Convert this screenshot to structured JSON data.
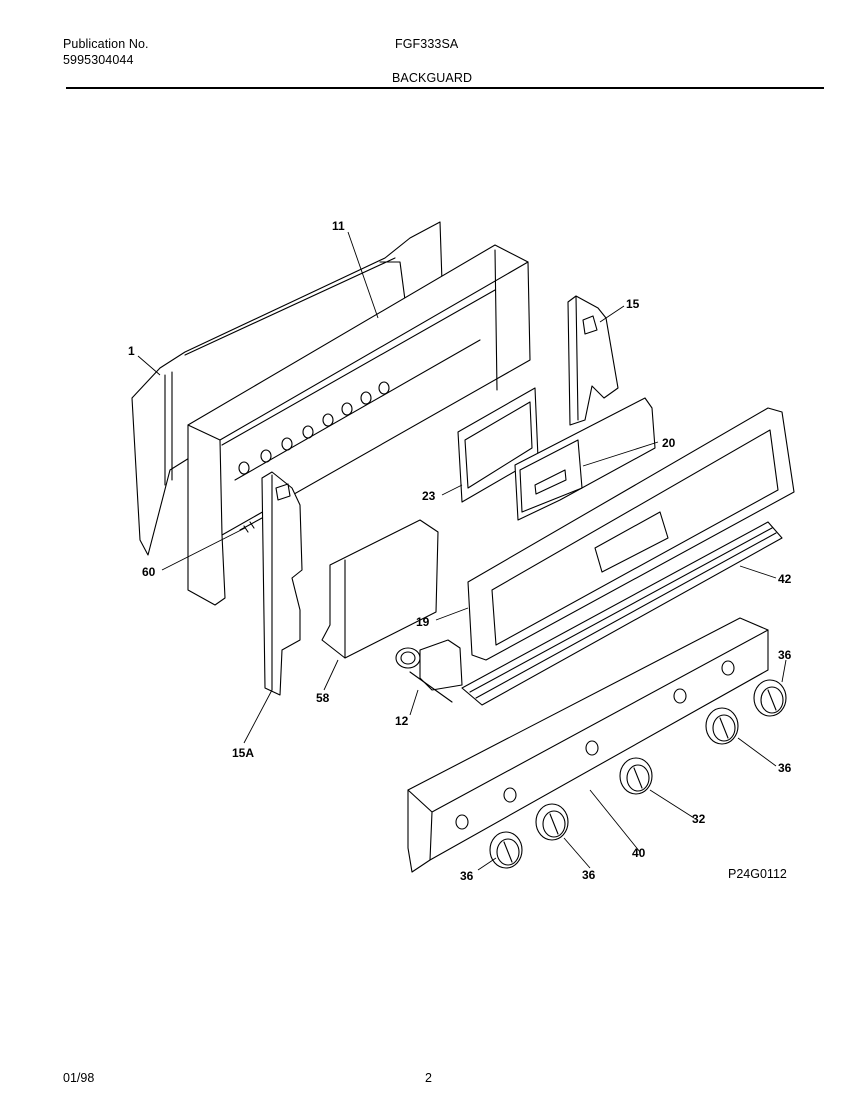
{
  "header": {
    "publication_label": "Publication No.",
    "publication_number": "5995304044",
    "model": "FGF333SA",
    "section_title": "BACKGUARD"
  },
  "diagram": {
    "figure_id": "P24G0112",
    "callouts": [
      "1",
      "11",
      "15",
      "20",
      "23",
      "60",
      "15A",
      "19",
      "42",
      "58",
      "12",
      "36",
      "36",
      "32",
      "40",
      "36",
      "36"
    ]
  },
  "footer": {
    "date": "01/98",
    "page": "2"
  }
}
